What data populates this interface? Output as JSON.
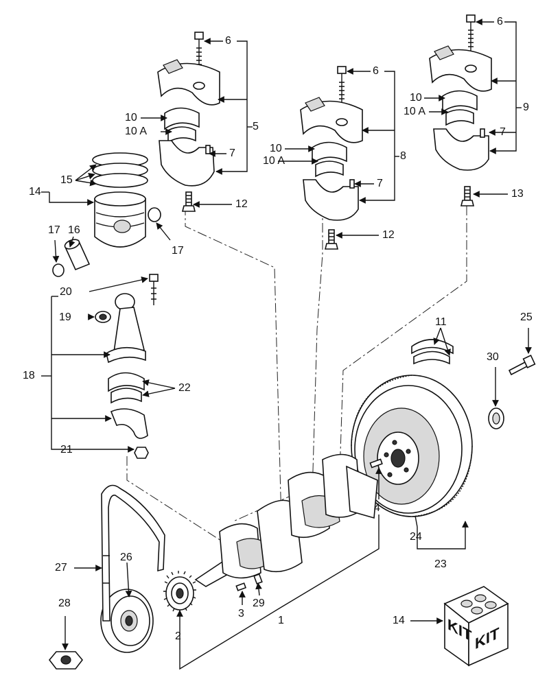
{
  "labels": {
    "l6a": "6",
    "l6b": "6",
    "l6c": "6",
    "l5": "5",
    "l8": "8",
    "l9": "9",
    "l10a": "10",
    "l10Aa": "10 A",
    "l10b": "10",
    "l10Ab": "10 A",
    "l10c": "10",
    "l10Ac": "10 A",
    "l7a": "7",
    "l7b": "7",
    "l7c": "7",
    "l12a": "12",
    "l12b": "12",
    "l13": "13",
    "l14a": "14",
    "l15": "15",
    "l16": "16",
    "l17a": "17",
    "l17b": "17",
    "l18": "18",
    "l19": "19",
    "l20": "20",
    "l21": "21",
    "l22": "22",
    "l11": "11",
    "l25": "25",
    "l30": "30",
    "l4": "4",
    "l24": "24",
    "l23": "23",
    "l27": "27",
    "l26": "26",
    "l28": "28",
    "l2": "2",
    "l3": "3",
    "l29": "29",
    "l1": "1",
    "l14b": "14"
  },
  "kit": {
    "left": "KIT",
    "right": "KIT"
  }
}
